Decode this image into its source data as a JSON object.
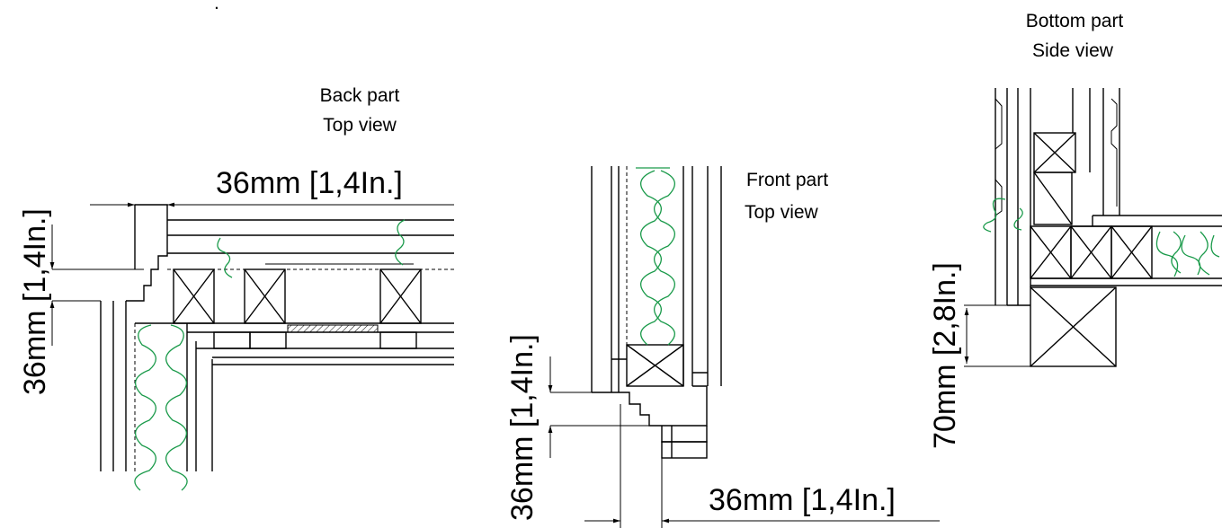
{
  "views": {
    "back": {
      "line1": "Back part",
      "line2": "Top view"
    },
    "front": {
      "line1": "Front part",
      "line2": "Top view"
    },
    "bottom": {
      "line1": "Bottom part",
      "line2": "Side view"
    }
  },
  "dimensions": {
    "back_horizontal": "36mm [1,4In.]",
    "back_vertical": "36mm [1,4In.]",
    "front_vertical": "36mm [1,4In.]",
    "front_horizontal": "36mm [1,4In.]",
    "bottom_vertical": "70mm [2,8In.]"
  },
  "colors": {
    "insulation": "#1a9a4a",
    "lines": "#000000"
  }
}
